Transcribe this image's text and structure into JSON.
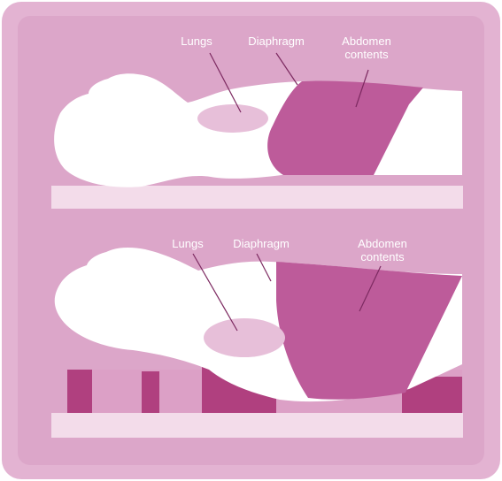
{
  "colors": {
    "frame": "#e3b3d2",
    "background": "#dca6c9",
    "body": "#ffffff",
    "abdomen": "#bd5b9a",
    "lungs": "#e7bfd9",
    "support_bar": "#f3dcea",
    "pillow": "#b0407f",
    "pillow_stripes": "#dca0c6",
    "label_text": "#ffffff",
    "leader_line": "#7d2a61"
  },
  "diagram": {
    "top_panel": {
      "labels": {
        "lungs": "Lungs",
        "diaphragm": "Diaphragm",
        "abdomen": "Abdomen\ncontents"
      }
    },
    "bottom_panel": {
      "labels": {
        "lungs": "Lungs",
        "diaphragm": "Diaphragm",
        "abdomen": "Abdomen\ncontents"
      }
    }
  }
}
